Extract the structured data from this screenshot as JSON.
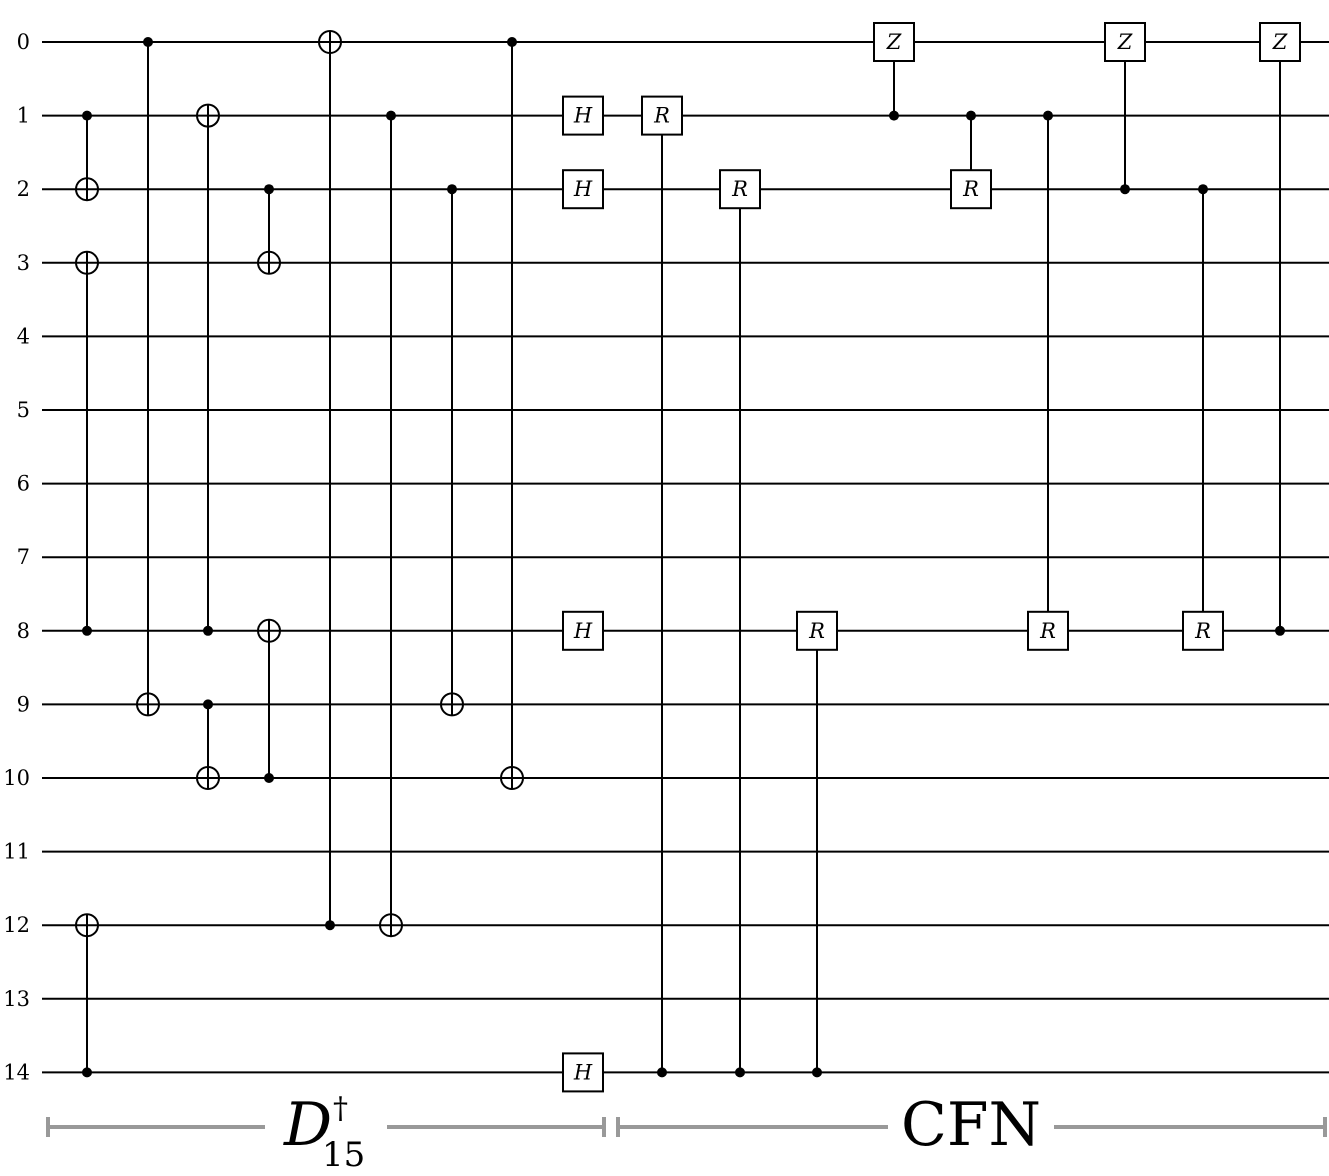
{
  "qubits": [
    "0",
    "1",
    "2",
    "3",
    "4",
    "5",
    "6",
    "7",
    "8",
    "9",
    "10",
    "11",
    "12",
    "13",
    "14"
  ],
  "gates": [
    {
      "type": "cnot",
      "control": 1,
      "target": 2
    },
    {
      "type": "cnot",
      "control": 8,
      "target": 3
    },
    {
      "type": "cnot",
      "control": 14,
      "target": 12
    },
    {
      "type": "cnot",
      "control": 0,
      "target": 9
    },
    {
      "type": "cnot",
      "control": 8,
      "target": 1
    },
    {
      "type": "cnot",
      "control": 9,
      "target": 10
    },
    {
      "type": "cnot",
      "control": 2,
      "target": 3
    },
    {
      "type": "cnot",
      "control": 10,
      "target": 8
    },
    {
      "type": "cnot",
      "control": 12,
      "target": 0
    },
    {
      "type": "cnot",
      "control": 1,
      "target": 12
    },
    {
      "type": "cnot",
      "control": 2,
      "target": 9
    },
    {
      "type": "cnot",
      "control": 0,
      "target": 10
    },
    {
      "type": "single",
      "label": "H",
      "qubit": 1
    },
    {
      "type": "single",
      "label": "H",
      "qubit": 2
    },
    {
      "type": "single",
      "label": "H",
      "qubit": 8
    },
    {
      "type": "single",
      "label": "H",
      "qubit": 14
    },
    {
      "type": "controlled",
      "label": "R",
      "control": 14,
      "target": 1
    },
    {
      "type": "controlled",
      "label": "R",
      "control": 14,
      "target": 2
    },
    {
      "type": "controlled",
      "label": "R",
      "control": 14,
      "target": 8
    },
    {
      "type": "controlled",
      "label": "Z",
      "control": 1,
      "target": 0
    },
    {
      "type": "controlled",
      "label": "R",
      "control": 1,
      "target": 2
    },
    {
      "type": "controlled",
      "label": "R",
      "control": 1,
      "target": 8
    },
    {
      "type": "controlled",
      "label": "Z",
      "control": 2,
      "target": 0
    },
    {
      "type": "controlled",
      "label": "R",
      "control": 2,
      "target": 8
    },
    {
      "type": "controlled",
      "label": "Z",
      "control": 8,
      "target": 0
    }
  ],
  "sections": [
    {
      "label": "D",
      "sup": "†",
      "sub": "15"
    },
    {
      "label": "CFN"
    }
  ]
}
